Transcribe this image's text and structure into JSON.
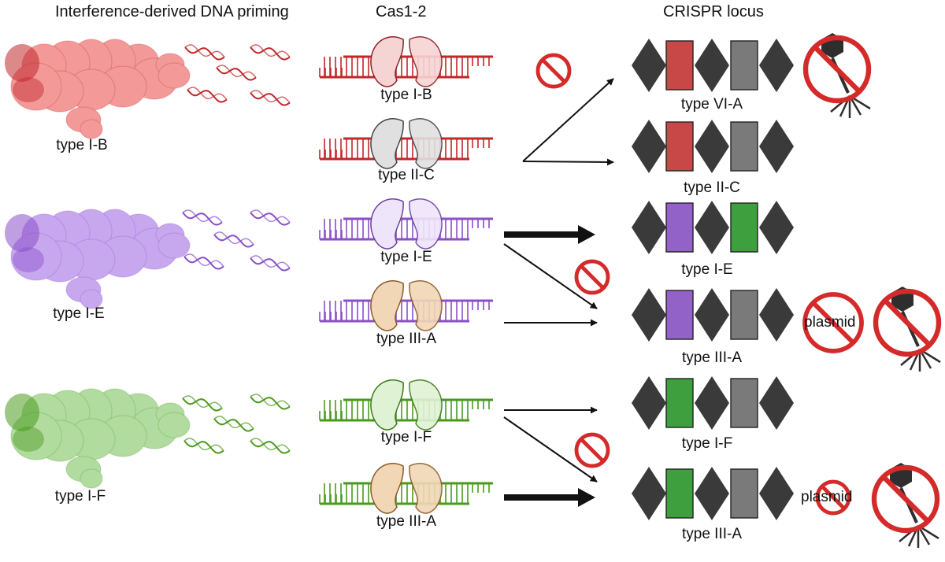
{
  "headers": {
    "priming": "Interference-derived DNA priming",
    "cas12": "Cas1-2",
    "locus": "CRISPR locus"
  },
  "colors": {
    "red": "#c0282a",
    "red_light": "#f39a99",
    "purple": "#8a4fc9",
    "purple_light": "#c7a8ef",
    "green": "#4a9a1e",
    "green_light": "#b2dba0",
    "dark_diamond": "#3a3a3a",
    "gray_box": "#7a7a7a",
    "spacer_red": "#c84848",
    "spacer_purple": "#9362c8",
    "spacer_green": "#3e9f3e",
    "no_sign": "#d42a2a"
  },
  "cascade": [
    {
      "label": "type I-B"
    },
    {
      "label": "type I-E"
    },
    {
      "label": "type I-F"
    }
  ],
  "cas12": [
    {
      "label": "type I-B"
    },
    {
      "label": "type II-C"
    },
    {
      "label": "type I-E"
    },
    {
      "label": "type III-A"
    },
    {
      "label": "type I-F"
    },
    {
      "label": "type III-A"
    }
  ],
  "locus": [
    {
      "label": "type VI-A"
    },
    {
      "label": "type II-C"
    },
    {
      "label": "type I-E"
    },
    {
      "label": "type III-A"
    },
    {
      "label": "type I-F"
    },
    {
      "label": "type III-A"
    }
  ],
  "plasmid": [
    "plasmid",
    "plasmid"
  ]
}
